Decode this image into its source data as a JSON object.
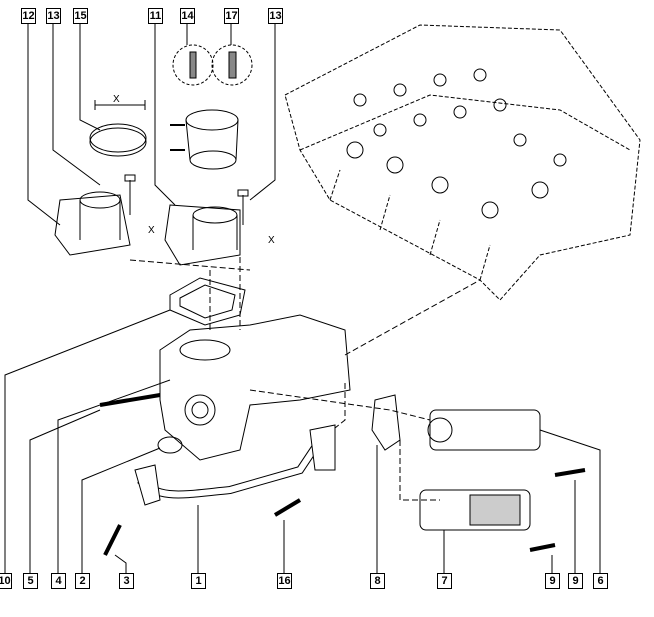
{
  "callouts_top": [
    "12",
    "13",
    "15",
    "11",
    "14",
    "17",
    "13"
  ],
  "callouts_bottom": [
    "10",
    "5",
    "4",
    "2",
    "3",
    "1",
    "16",
    "8",
    "7",
    "9",
    "9",
    "6"
  ],
  "dimension_label": "X",
  "colors": {
    "line": "#000000",
    "background": "#ffffff"
  }
}
